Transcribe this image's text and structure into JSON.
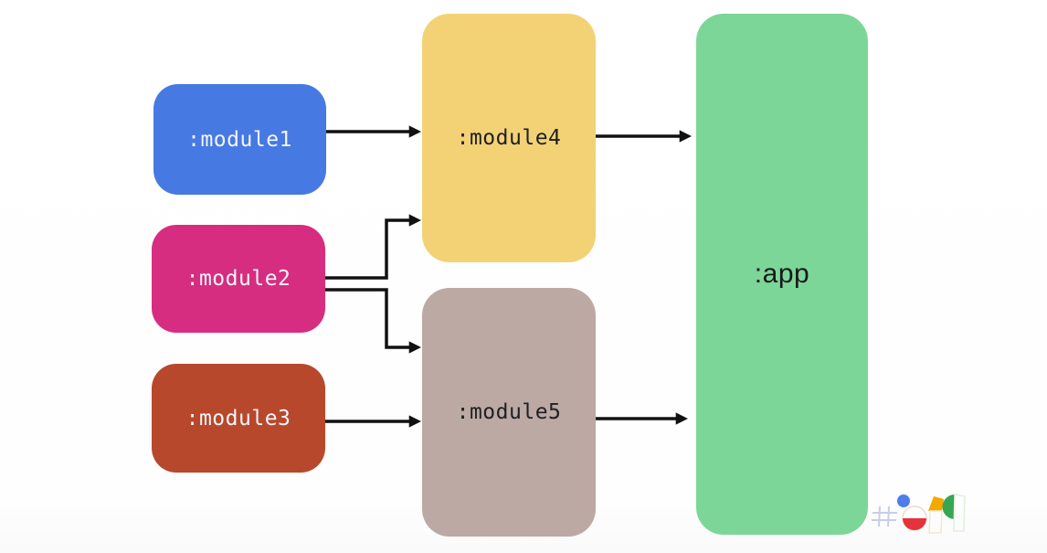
{
  "diagram": {
    "type": "module-dependency-graph",
    "background_color": "#FFFFFF",
    "arrow_color": "#111111",
    "nodes": [
      {
        "id": "module1",
        "label": ":module1",
        "color": "#4779E2",
        "text_color": "#F2F5F9",
        "column": "left"
      },
      {
        "id": "module2",
        "label": ":module2",
        "color": "#D62D80",
        "text_color": "#F2F5F9",
        "column": "left"
      },
      {
        "id": "module3",
        "label": ":module3",
        "color": "#B8482C",
        "text_color": "#F2F5F9",
        "column": "left"
      },
      {
        "id": "module4",
        "label": ":module4",
        "color": "#F3D276",
        "text_color": "#1E2023",
        "column": "middle"
      },
      {
        "id": "module5",
        "label": ":module5",
        "color": "#BCA9A3",
        "text_color": "#1E2023",
        "column": "middle"
      },
      {
        "id": "app",
        "label": ":app",
        "color": "#7CD698",
        "text_color": "#17181A",
        "column": "right"
      }
    ],
    "edges": [
      {
        "from": "module1",
        "to": "module4",
        "style": "straight"
      },
      {
        "from": "module2",
        "to": "module4",
        "style": "elbow-up"
      },
      {
        "from": "module2",
        "to": "module5",
        "style": "elbow-down"
      },
      {
        "from": "module3",
        "to": "module5",
        "style": "straight"
      },
      {
        "from": "module4",
        "to": "app",
        "style": "straight"
      },
      {
        "from": "module5",
        "to": "app",
        "style": "straight"
      }
    ]
  },
  "watermark": {
    "icon": "google-io-19-logo",
    "reads_as": "#io19",
    "colors": {
      "blue": "#4C7EEA",
      "red": "#E5323B",
      "yellow": "#F4A800",
      "green": "#38A552",
      "hash": "#C8CDE9"
    }
  }
}
